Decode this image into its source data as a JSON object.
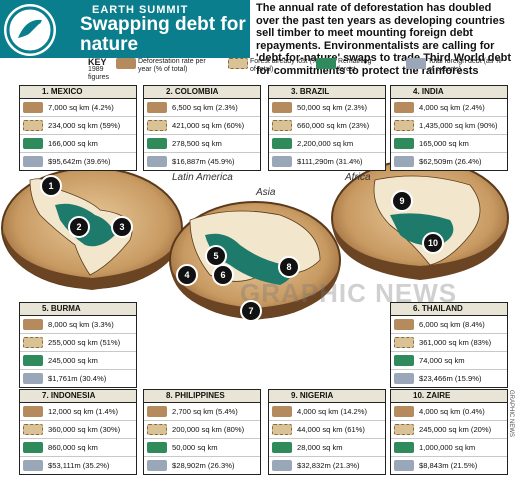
{
  "header": {
    "eyebrow": "EARTH SUMMIT",
    "title": "Swapping debt for nature"
  },
  "intro": "The annual rate of deforestation has doubled over the past ten years as developing countries sell timber to meet mounting foreign debt repayments. Environmentalists are calling for 'debt-for-nature' swaps to trade Third World debt for commitments to protect the rainforests",
  "key": {
    "label": "KEY",
    "year": "1989 figures",
    "items": [
      "Deforestation rate per year (% of total)",
      "Forest already lost (% of total)",
      "Remaining forest",
      "Total foreign debt (as % of exports)"
    ]
  },
  "regions": [
    "Latin America",
    "Asia",
    "Africa"
  ],
  "watermark": "GRAPHIC NEWS",
  "credit": "GRAPHIC NEWS",
  "countries": [
    {
      "name": "1. MEXICO",
      "rows": [
        "7,000 sq km (4.2%)",
        "234,000 sq km (59%)",
        "166,000 sq km",
        "$95,642m (39.6%)"
      ]
    },
    {
      "name": "2. COLOMBIA",
      "rows": [
        "6,500 sq km (2.3%)",
        "421,000 sq km (60%)",
        "278,500 sq km",
        "$16,887m (45.9%)"
      ]
    },
    {
      "name": "3. BRAZIL",
      "rows": [
        "50,000 sq km (2.3%)",
        "660,000 sq km (23%)",
        "2,200,000 sq km",
        "$111,290m (31.4%)"
      ]
    },
    {
      "name": "4. INDIA",
      "rows": [
        "4,000 sq km (2.4%)",
        "1,435,000 sq km (90%)",
        "165,000 sq km",
        "$62,509m (26.4%)"
      ]
    },
    {
      "name": "5. BURMA",
      "rows": [
        "8,000 sq km (3.3%)",
        "255,000 sq km (51%)",
        "245,000 sq km",
        "$1,761m (30.4%)"
      ]
    },
    {
      "name": "6. THAILAND",
      "rows": [
        "6,000 sq km (8.4%)",
        "361,000 sq km (83%)",
        "74,000 sq km",
        "$23,466m (15.9%)"
      ]
    },
    {
      "name": "7. INDONESIA",
      "rows": [
        "12,000 sq km (1.4%)",
        "360,000 sq km (30%)",
        "860,000 sq km",
        "$53,111m (35.2%)"
      ]
    },
    {
      "name": "8. PHILIPPINES",
      "rows": [
        "2,700 sq km (5.4%)",
        "200,000 sq km (80%)",
        "50,000 sq km",
        "$28,902m (26.3%)"
      ]
    },
    {
      "name": "9. NIGERIA",
      "rows": [
        "4,000 sq km (14.2%)",
        "44,000 sq km (61%)",
        "28,000 sq km",
        "$32,832m (21.3%)"
      ]
    },
    {
      "name": "10. ZAIRE",
      "rows": [
        "4,000 sq km (0.4%)",
        "245,000 sq km (20%)",
        "1,000,000 sq km",
        "$8,843m (21.5%)"
      ]
    }
  ],
  "pins": [
    "1",
    "2",
    "3",
    "4",
    "5",
    "6",
    "7",
    "8",
    "9",
    "10"
  ]
}
